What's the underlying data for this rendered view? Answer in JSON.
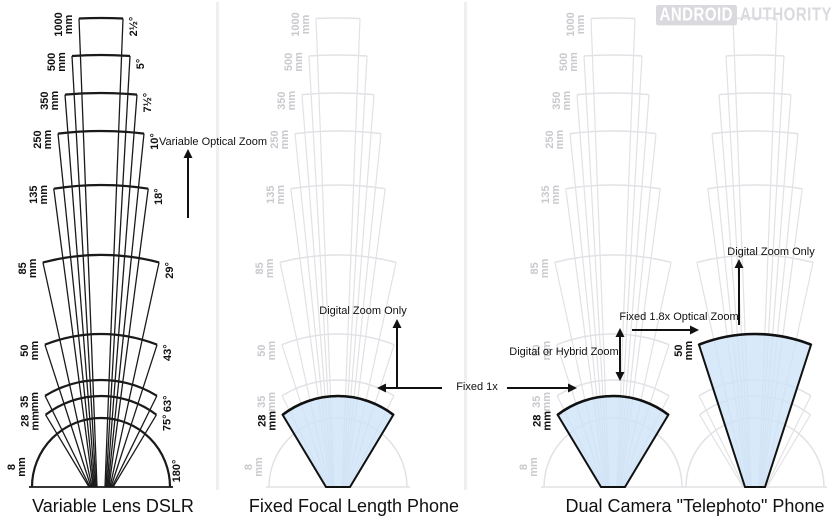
{
  "watermark": {
    "brand": "ANDROID",
    "suffix": "AUTHORITY"
  },
  "panels": [
    {
      "caption": "Variable Lens DSLR"
    },
    {
      "caption": "Fixed Focal Length Phone"
    },
    {
      "caption": "Dual Camera \"Telephoto\" Phone"
    }
  ],
  "annotations": {
    "variable_optical_zoom": "Variable Optical Zoom",
    "digital_zoom_only_mid": "Digital Zoom Only",
    "fixed_1x": "Fixed 1x",
    "digital_or_hybrid": "Digital or Hybrid Zoom",
    "fixed_18x": "Fixed 1.8x Optical Zoom",
    "digital_zoom_only_right": "Digital Zoom Only"
  },
  "lenses": [
    {
      "focal": "1000",
      "unit": "mm",
      "angle_label": "2½°",
      "angle_deg": 2.5,
      "radius": 469
    },
    {
      "focal": "500",
      "unit": "mm",
      "angle_label": "5°",
      "angle_deg": 5,
      "radius": 432
    },
    {
      "focal": "350",
      "unit": "mm",
      "angle_label": "7½°",
      "angle_deg": 7.5,
      "radius": 394
    },
    {
      "focal": "250",
      "unit": "mm",
      "angle_label": "10°",
      "angle_deg": 10,
      "radius": 356
    },
    {
      "focal": "135",
      "unit": "mm",
      "angle_label": "18°",
      "angle_deg": 18,
      "radius": 302
    },
    {
      "focal": "85",
      "unit": "mm",
      "angle_label": "29°",
      "angle_deg": 29,
      "radius": 232
    },
    {
      "focal": "50",
      "unit": "mm",
      "angle_label": "43°",
      "angle_deg": 43,
      "radius": 153
    },
    {
      "focal": "35",
      "unit": "mm",
      "angle_label": "63°",
      "angle_deg": 63,
      "radius": 107
    },
    {
      "focal": "28",
      "unit": "mm",
      "angle_label": "75°",
      "angle_deg": 75,
      "radius": 91
    },
    {
      "focal": "8",
      "unit": "mm",
      "angle_label": "180°",
      "angle_deg": 180,
      "radius": 69
    }
  ],
  "highlights": {
    "wide_camera": "28",
    "tele_camera": "50"
  },
  "colors": {
    "ink": "#1a1a1a",
    "label_ink": "#111111",
    "faded_line": "#e2e2e6",
    "faded_text": "#c9c9ce",
    "highlight_fill": "rgba(205,227,248,0.78)",
    "highlight_stroke": "#111111",
    "divider": "#efeff1"
  }
}
